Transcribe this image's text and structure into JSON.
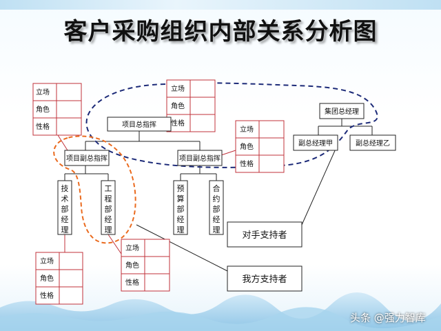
{
  "title": "客户采购组织内部关系分析图",
  "watermark": "头条 @强力智库",
  "attr_labels": [
    "立场",
    "角色",
    "性格"
  ],
  "nodes": {
    "chief_commander": "项目总指挥",
    "deputy_commander_left": "项目副总指挥",
    "deputy_commander_right": "项目副总指挥",
    "tech_manager": [
      "技",
      "术",
      "部",
      "经",
      "理"
    ],
    "eng_manager": [
      "工",
      "程",
      "部",
      "经",
      "理"
    ],
    "budget_manager": [
      "预",
      "算",
      "部",
      "经",
      "理"
    ],
    "contract_manager": [
      "合",
      "约",
      "部",
      "经",
      "理"
    ],
    "group_gm": "集团总经理",
    "deputy_gm_a": "副总经理甲",
    "deputy_gm_b": "副总经理乙",
    "opponent_supporter": "对手支持者",
    "our_supporter": "我方支持者"
  },
  "colors": {
    "attr_border": "#c0303a",
    "navy_dash": "#1c2a78",
    "orange_dash": "#ea6a1e",
    "node_border": "#222222"
  }
}
